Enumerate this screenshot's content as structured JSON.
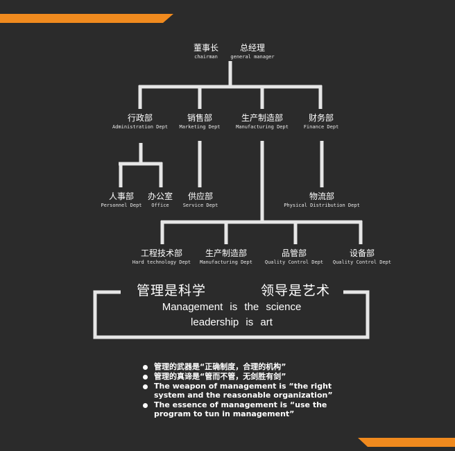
{
  "org_chart": {
    "chairman": {
      "cn": "董事长",
      "en": "chairman"
    },
    "gm": {
      "cn": "总经理",
      "en": "general manager"
    },
    "admin": {
      "cn": "行政部",
      "en": "Administration Dept"
    },
    "marketing": {
      "cn": "销售部",
      "en": "Marketing Dept"
    },
    "manufacturing": {
      "cn": "生产制造部",
      "en": "Manufacturing Dept"
    },
    "finance": {
      "cn": "财务部",
      "en": "Finance Dept"
    },
    "personnel": {
      "cn": "人事部",
      "en": "Personnel Dept"
    },
    "office": {
      "cn": "办公室",
      "en": "Office"
    },
    "service": {
      "cn": "供应部",
      "en": "Service Dept"
    },
    "logistics": {
      "cn": "物流部",
      "en": "Physical Distribution Dept"
    },
    "hardtech": {
      "cn": "工程技术部",
      "en": "Hard technology Dept"
    },
    "manufacturing2": {
      "cn": "生产制造部",
      "en": "Manufacturing Dept"
    },
    "quality": {
      "cn": "品管部",
      "en": "Quality Control Dept"
    },
    "equipment": {
      "cn": "设备部",
      "en": "Quality Control Dept"
    }
  },
  "banner": {
    "cn_left": "管理是科学",
    "cn_right": "领导是艺术",
    "en_line1": "Management is the science",
    "en_line2": "leadership is art"
  },
  "bullets": [
    {
      "text": "管理的武器是“正确制度，合理的机构”"
    },
    {
      "text": "管理的真谛是“管而不管，无剑胜有剑”"
    },
    {
      "line1": "The weapon of management is “the right",
      "line2": "system and the reasonable organization”"
    },
    {
      "line1": "The essence of management is “use the",
      "line2": "program to tun in management”"
    }
  ],
  "colors": {
    "background": "#2b2b2b",
    "accent": "#f08a1e",
    "lines": "#e6e6e6",
    "text": "#ffffff"
  }
}
